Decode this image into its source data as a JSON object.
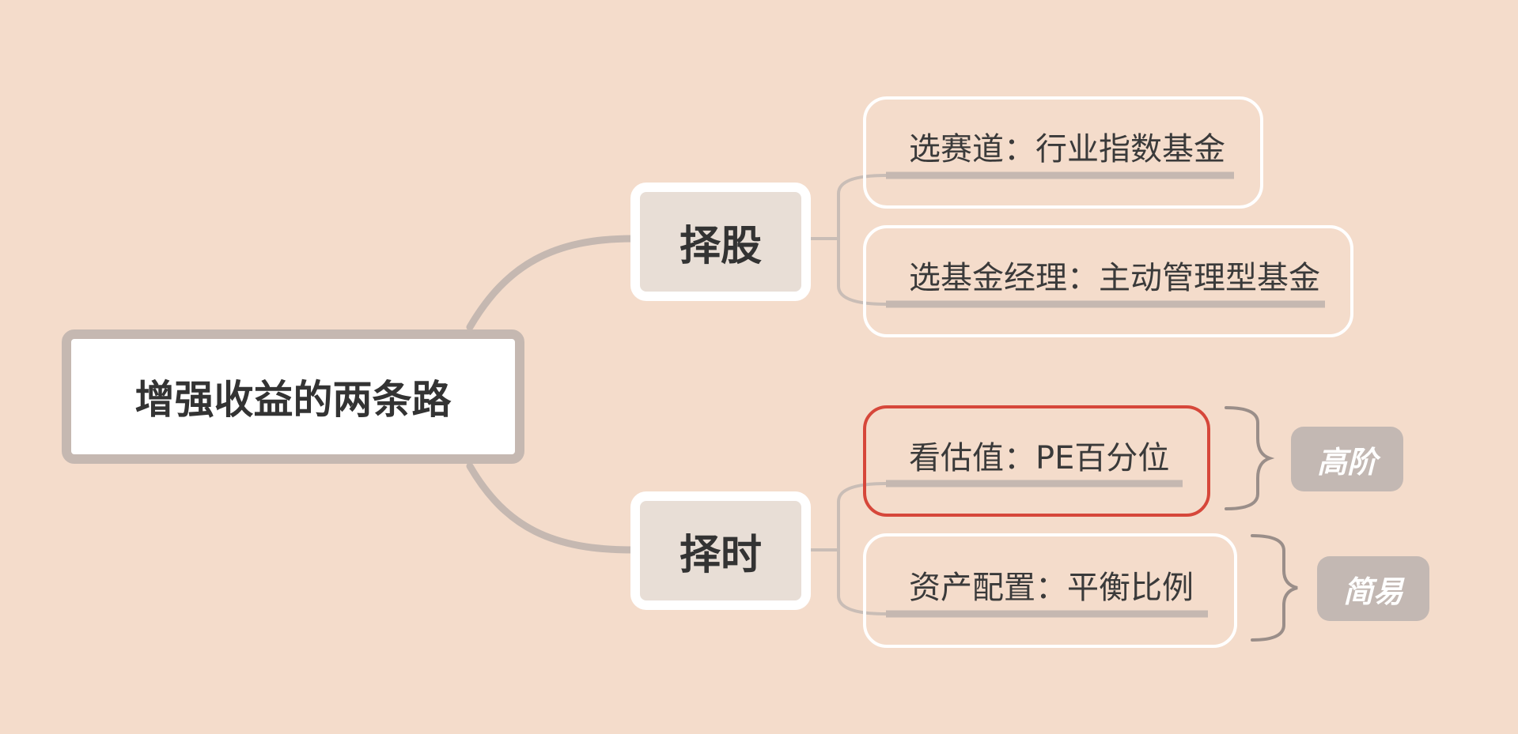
{
  "mindmap": {
    "root": {
      "label": "增强收益的两条路"
    },
    "branches": [
      {
        "label": "择股",
        "children": [
          {
            "label": "选赛道：行业指数基金"
          },
          {
            "label": "选基金经理：主动管理型基金"
          }
        ]
      },
      {
        "label": "择时",
        "children": [
          {
            "label": "看估值：PE百分位"
          },
          {
            "label": "资产配置：平衡比例"
          }
        ]
      }
    ],
    "tags": [
      {
        "label": "高阶"
      },
      {
        "label": "简易"
      }
    ]
  },
  "colors": {
    "background": "#f4dccb",
    "connector": "#c5b8b1",
    "highlight_border": "#d6473a",
    "tag_fill": "#c3b8b3",
    "brace": "#9a8e89"
  }
}
